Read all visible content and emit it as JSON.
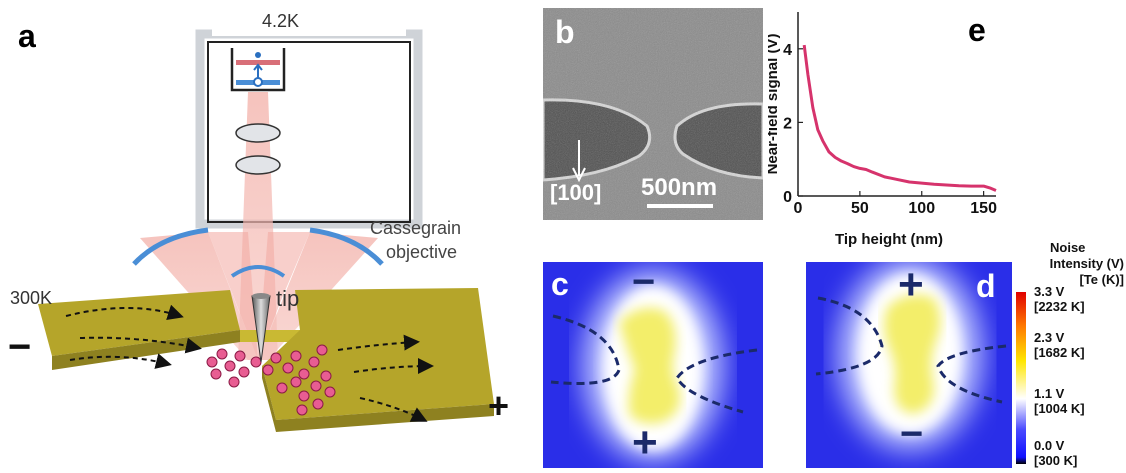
{
  "panel_a": {
    "letter": "a",
    "temp_cold": "4.2K",
    "temp_room": "300K",
    "objective_line1": "Cassegrain",
    "objective_line2": "objective",
    "tip_label": "tip",
    "minus": "−",
    "plus": "+"
  },
  "panel_b": {
    "letter": "b",
    "direction": "[100]",
    "scalebar": "500nm"
  },
  "panel_e": {
    "letter": "e",
    "xlabel": "Tip height (nm)",
    "ylabel": "Near-field signal (V)",
    "line_color": "#d6336c"
  },
  "chart_data": {
    "type": "line",
    "title": "",
    "xlabel": "Tip height (nm)",
    "ylabel": "Near-field signal (V)",
    "xlim": [
      0,
      160
    ],
    "ylim": [
      0,
      5
    ],
    "xticks": [
      0,
      50,
      100,
      150
    ],
    "yticks": [
      0,
      2,
      4
    ],
    "grid": false,
    "series": [
      {
        "x": [
          5,
          8,
          12,
          16,
          20,
          25,
          30,
          35,
          40,
          45,
          50,
          55,
          60,
          70,
          80,
          90,
          100,
          110,
          120,
          130,
          140,
          150,
          155,
          160
        ],
        "y": [
          4.1,
          3.3,
          2.4,
          1.8,
          1.5,
          1.2,
          1.05,
          0.95,
          0.88,
          0.8,
          0.75,
          0.72,
          0.65,
          0.52,
          0.45,
          0.38,
          0.35,
          0.32,
          0.3,
          0.28,
          0.27,
          0.27,
          0.22,
          0.15
        ]
      }
    ]
  },
  "panel_c": {
    "letter": "c",
    "minus": "−",
    "plus": "+"
  },
  "panel_d": {
    "letter": "d",
    "minus": "−",
    "plus": "+"
  },
  "colorbar": {
    "title_line1": "Noise",
    "title_line2": "Intensity (V)",
    "title_line3": "[Te (K)]",
    "ticks": [
      {
        "v": "3.3 V",
        "k": "[2232 K]"
      },
      {
        "v": "2.3 V",
        "k": "[1682 K]"
      },
      {
        "v": "1.1 V",
        "k": "[1004 K]"
      },
      {
        "v": "0.0 V",
        "k": "[300 K]"
      }
    ]
  }
}
